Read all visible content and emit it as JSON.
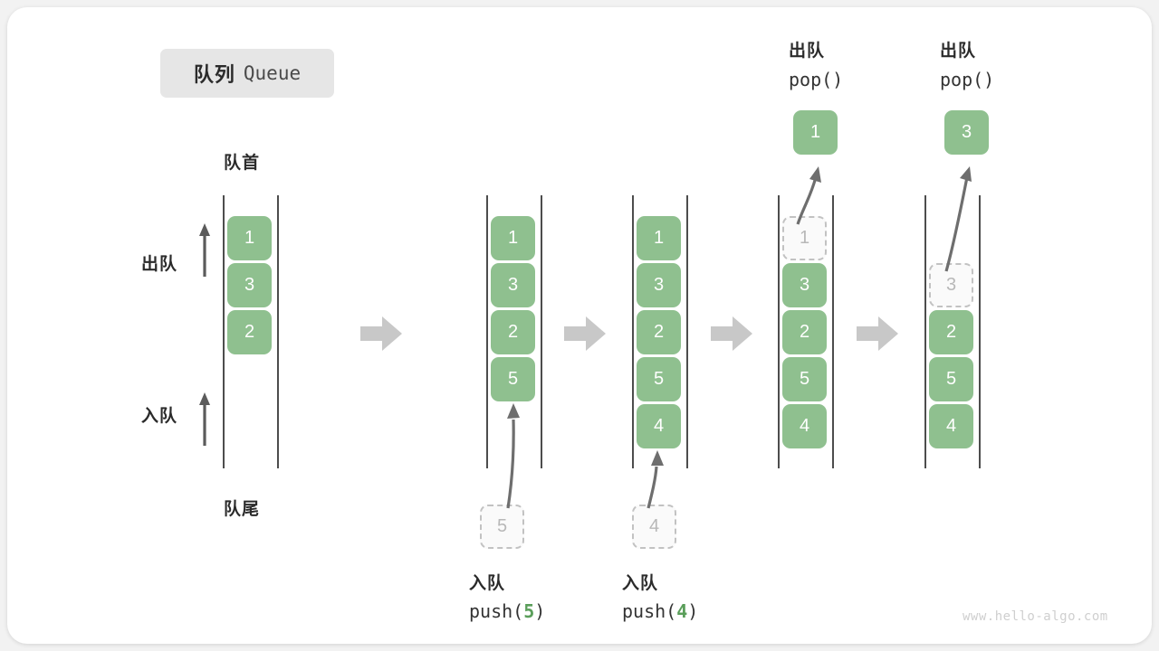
{
  "title": {
    "cn": "队列",
    "en": "Queue"
  },
  "labels": {
    "front": "队首",
    "rear": "队尾",
    "dequeue": "出队",
    "enqueue": "入队"
  },
  "watermark": "www.hello-algo.com",
  "colors": {
    "element": "#8fc08f",
    "ghost_border": "#c2c2c2",
    "rail": "#4d4d4d",
    "step_arrow": "#c8c8c8",
    "accent_text": "#5a9e5a"
  },
  "steps": [
    {
      "id": "initial",
      "cells": [
        "1",
        "3",
        "2"
      ],
      "side_labels": [
        {
          "text": "出队",
          "kind": "dequeue"
        },
        {
          "text": "入队",
          "kind": "enqueue"
        }
      ],
      "top_caption": "队首",
      "bottom_caption": "队尾"
    },
    {
      "id": "push-5",
      "cells": [
        "1",
        "3",
        "2",
        "5"
      ],
      "ghost_below": "5",
      "caption_cn": "入队",
      "caption_call": "push(",
      "caption_arg": "5",
      "caption_close": ")"
    },
    {
      "id": "push-4",
      "cells": [
        "1",
        "3",
        "2",
        "5",
        "4"
      ],
      "ghost_below": "4",
      "caption_cn": "入队",
      "caption_call": "push(",
      "caption_arg": "4",
      "caption_close": ")"
    },
    {
      "id": "pop-1",
      "cells": [
        "3",
        "2",
        "5",
        "4"
      ],
      "ghost_in_queue": "1",
      "popped": "1",
      "caption_cn": "出队",
      "caption_call": "pop()"
    },
    {
      "id": "pop-3",
      "cells": [
        "2",
        "5",
        "4"
      ],
      "ghost_in_queue": "3",
      "popped": "3",
      "caption_cn": "出队",
      "caption_call": "pop()"
    }
  ]
}
